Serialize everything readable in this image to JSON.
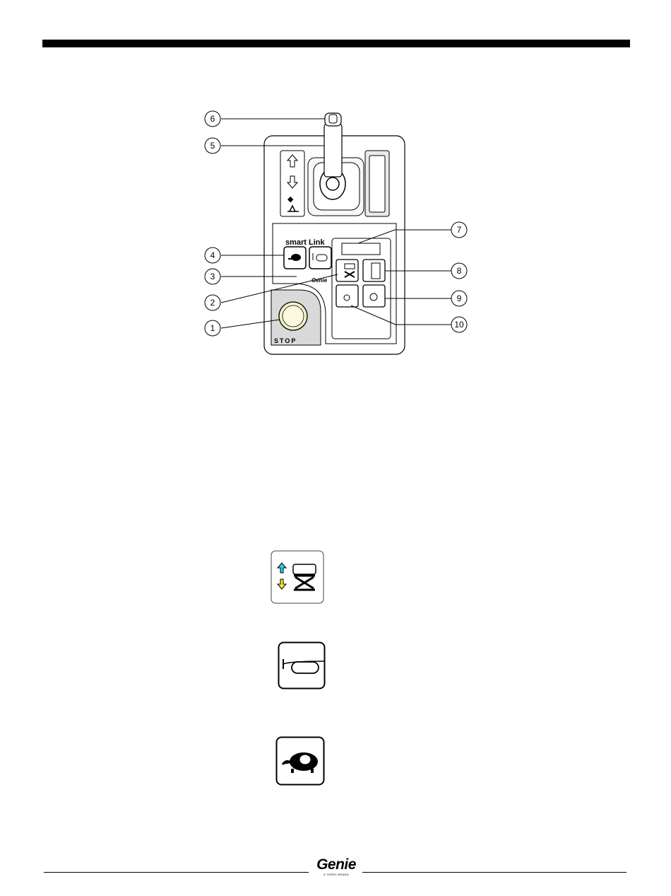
{
  "callouts": [
    "1",
    "2",
    "3",
    "4",
    "5",
    "6",
    "7",
    "8",
    "9",
    "10"
  ],
  "panel": {
    "stop_label": "STOP",
    "brand_top": "smart Link",
    "brand_bottom": "Genie"
  },
  "footer": {
    "brand": "Genie",
    "tagline": "A TEREX BRAND"
  }
}
